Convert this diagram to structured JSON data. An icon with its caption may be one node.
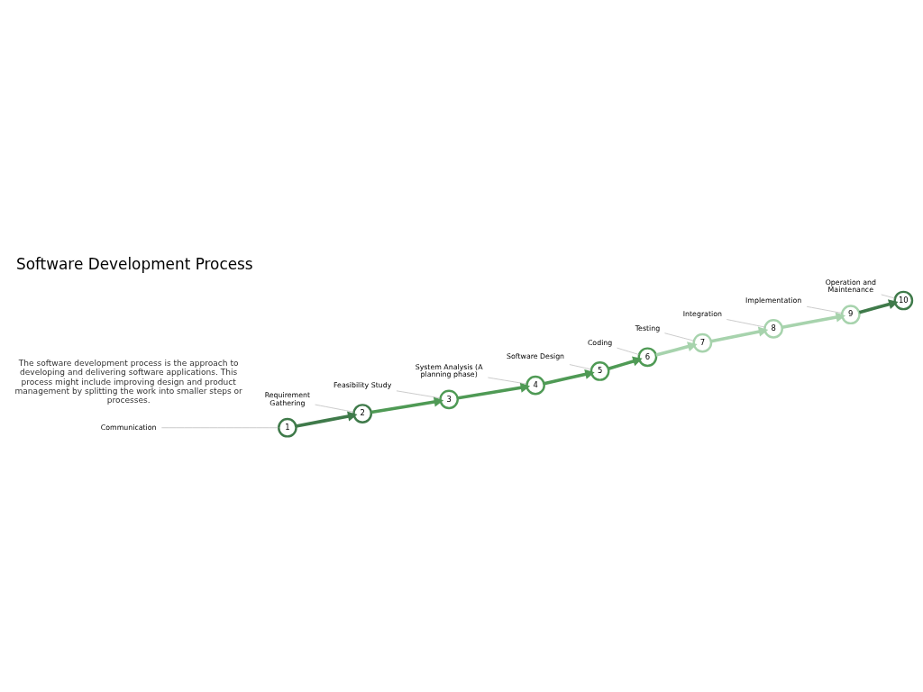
{
  "diagram": {
    "title": "Software Development Process",
    "nodes": [
      {
        "text": [
          "1"
        ]
      },
      {
        "text": [
          "2"
        ]
      },
      {
        "text": [
          "3"
        ]
      },
      {
        "text": [
          "4"
        ]
      },
      {
        "text": [
          "5"
        ]
      },
      {
        "text": [
          "6"
        ]
      },
      {
        "text": [
          "7"
        ]
      },
      {
        "text": [
          "8"
        ]
      },
      {
        "text": [
          "9"
        ]
      },
      {
        "text": [
          "10"
        ]
      },
      {
        "text": [
          "Communication"
        ]
      },
      {
        "text": [
          "Requirement Gathering"
        ]
      },
      {
        "text": [
          "Feasibility Study"
        ]
      },
      {
        "text": [
          "System Analysis (A planning phase)"
        ]
      },
      {
        "text": [
          "Software Design"
        ]
      },
      {
        "text": [
          "Coding"
        ]
      },
      {
        "text": [
          "Testing"
        ]
      },
      {
        "text": [
          "Integration"
        ]
      },
      {
        "text": [
          "Implementation"
        ]
      },
      {
        "text": [
          "Operation and Maintenance"
        ]
      }
    ],
    "edges": [
      {
        "from": 0,
        "to": 1,
        "arrow": "to",
        "style": "thick",
        "color": "#3f7a4a"
      },
      {
        "from": 1,
        "to": 2,
        "arrow": "to",
        "style": "thick",
        "color": "#4f9a55"
      },
      {
        "from": 2,
        "to": 3,
        "arrow": "to",
        "style": "thick",
        "color": "#4f9a55"
      },
      {
        "from": 3,
        "to": 4,
        "arrow": "to",
        "style": "thick",
        "color": "#4f9a55"
      },
      {
        "from": 4,
        "to": 5,
        "arrow": "to",
        "style": "thick",
        "color": "#4f9a55"
      },
      {
        "from": 5,
        "to": 6,
        "arrow": "to",
        "style": "thick",
        "color": "#a7d3ad"
      },
      {
        "from": 6,
        "to": 7,
        "arrow": "to",
        "style": "thick",
        "color": "#a7d3ad"
      },
      {
        "from": 7,
        "to": 8,
        "arrow": "to",
        "style": "thick",
        "color": "#a7d3ad"
      },
      {
        "from": 8,
        "to": 9,
        "arrow": "to",
        "style": "thick",
        "color": "#3f7a4a"
      },
      {
        "from": 10,
        "to": 0,
        "arrow": "none"
      },
      {
        "from": 11,
        "to": 1,
        "arrow": "none"
      },
      {
        "from": 12,
        "to": 2,
        "arrow": "none"
      },
      {
        "from": 13,
        "to": 3,
        "arrow": "none"
      },
      {
        "from": 14,
        "to": 4,
        "arrow": "none"
      },
      {
        "from": 15,
        "to": 5,
        "arrow": "none"
      },
      {
        "from": 16,
        "to": 6,
        "arrow": "none"
      },
      {
        "from": 17,
        "to": 7,
        "arrow": "none"
      },
      {
        "from": 18,
        "to": 8,
        "arrow": "none"
      },
      {
        "from": 19,
        "to": 9,
        "arrow": "none"
      }
    ],
    "labels": [
      "The software development process is the approach to developing and delivering software applications. This process might include improving design and product management by splitting the work into smaller steps or processes."
    ]
  }
}
